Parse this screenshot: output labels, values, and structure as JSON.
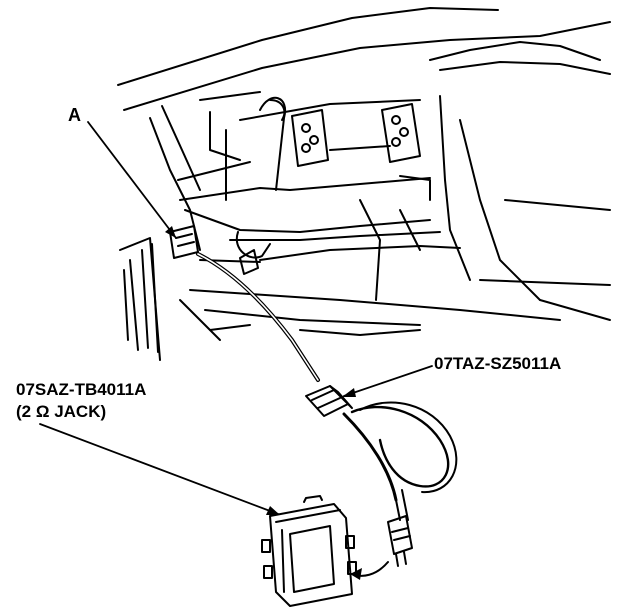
{
  "callouts": {
    "a": "A",
    "adapter": "07TAZ-SZ5011A",
    "jack_part": "07SAZ-TB4011A",
    "jack_desc": "(2 Ω JACK)"
  },
  "colors": {
    "ink": "#000000",
    "paper": "#ffffff"
  }
}
